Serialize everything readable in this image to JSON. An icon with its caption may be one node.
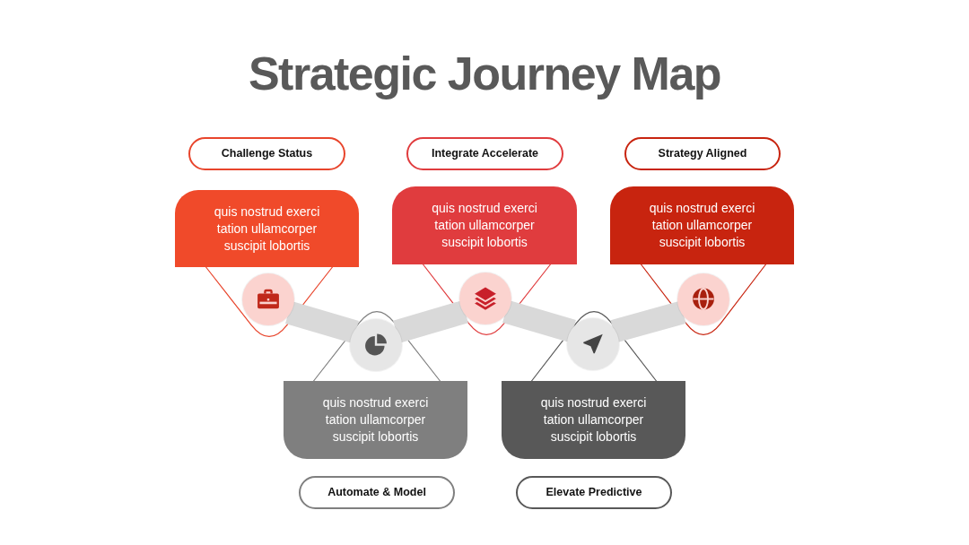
{
  "diagram": {
    "title": "Strategic Journey Map",
    "nodes": [
      {
        "text": [
          "Challenge Status"
        ]
      },
      {
        "text": [
          "quis nostrud exerci tation ullamcorper suscipit lobortis"
        ]
      },
      {
        "text": [],
        "shape": "circle"
      },
      {
        "text": [
          "Automate & Model"
        ]
      },
      {
        "text": [
          "quis nostrud exerci tation ullamcorper suscipit lobortis"
        ]
      },
      {
        "text": [],
        "shape": "circle"
      },
      {
        "text": [
          "Integrate Accelerate"
        ]
      },
      {
        "text": [
          "quis nostrud exerci tation ullamcorper suscipit lobortis"
        ]
      },
      {
        "text": [],
        "shape": "circle"
      },
      {
        "text": [
          "Elevate Predictive"
        ]
      },
      {
        "text": [
          "quis nostrud exerci tation ullamcorper suscipit lobortis"
        ]
      },
      {
        "text": [],
        "shape": "circle"
      },
      {
        "text": [
          "Strategy Aligned"
        ]
      },
      {
        "text": [
          "quis nostrud exerci tation ullamcorper suscipit lobortis"
        ]
      },
      {
        "text": [],
        "shape": "circle"
      }
    ],
    "edges": [
      {
        "from": 2,
        "to": 5,
        "arrow": "none"
      },
      {
        "from": 5,
        "to": 8,
        "arrow": "none"
      },
      {
        "from": 8,
        "to": 11,
        "arrow": "none"
      },
      {
        "from": 11,
        "to": 14,
        "arrow": "none"
      }
    ]
  }
}
